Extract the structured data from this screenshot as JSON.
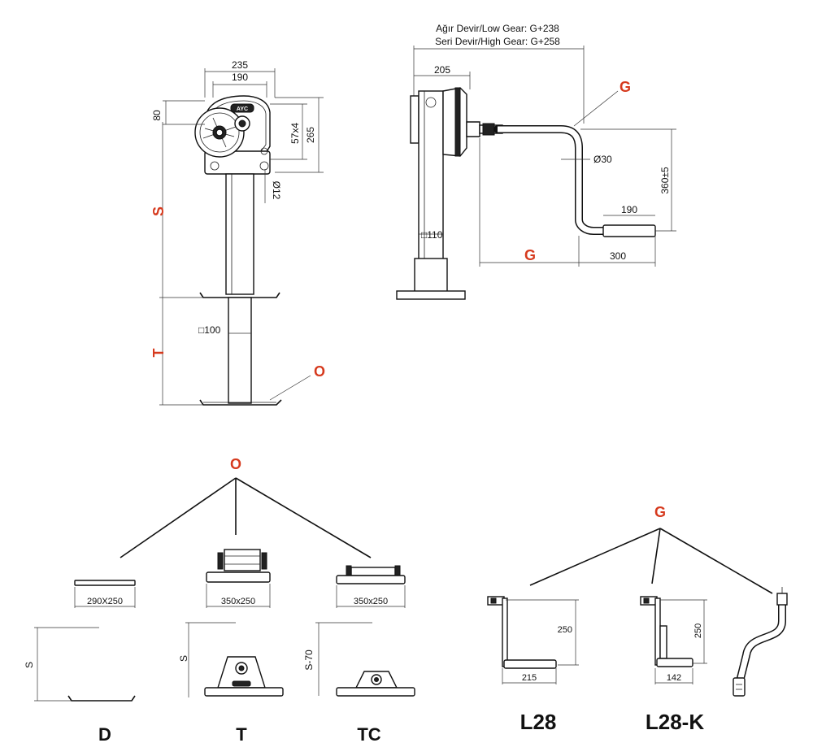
{
  "dimensions": {
    "top_width_outer": "235",
    "top_width_inner": "190",
    "height_80": "80",
    "bolt_pattern": "57x4",
    "height_265": "265",
    "hole_dia": "Ø12",
    "tube_inner": "□100",
    "gear_low": "Ağır Devir/Low Gear: G+238",
    "gear_high": "Seri Devir/High Gear: G+258",
    "dist_205": "205",
    "tube_outer": "□110",
    "shaft_dia": "Ø30",
    "handle_reach": "360±5",
    "handle_grip": "190",
    "handle_offset": "300",
    "crank_L28_height": "250",
    "crank_L28_width": "215",
    "crank_L28K_height": "250",
    "crank_L28K_width": "142"
  },
  "callouts": {
    "S": "S",
    "T": "T",
    "O": "O",
    "G": "G",
    "O_group": "O",
    "G_group": "G"
  },
  "foot_options": [
    {
      "code": "D",
      "size": "290X250",
      "height_label": "S"
    },
    {
      "code": "T",
      "size": "350x250",
      "height_label": "S"
    },
    {
      "code": "TC",
      "size": "350x250",
      "height_label": "S-70"
    }
  ],
  "crank_options": [
    {
      "code": "L28"
    },
    {
      "code": "L28-K"
    }
  ]
}
